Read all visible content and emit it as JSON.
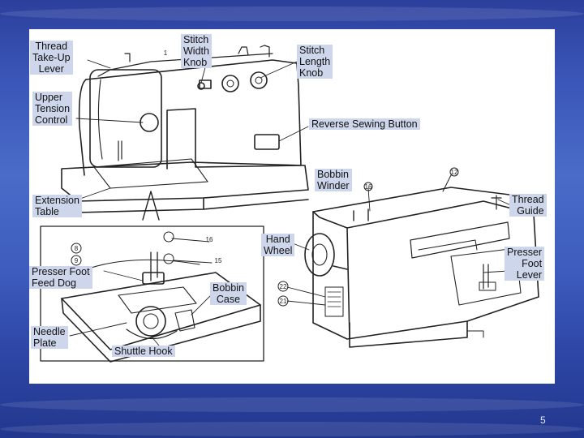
{
  "labels": {
    "thread_take_up_lever": "Thread\nTake-Up\nLever",
    "stitch_width_knob": "Stitch\nWidth\nKnob",
    "stitch_length_knob": "Stitch\nLength\nKnob",
    "upper_tension_control": "Upper\nTension\nControl",
    "reverse_sewing_button": "Reverse Sewing Button",
    "bobbin_winder": "Bobbin\nWinder",
    "thread_guide": "Thread\nGuide",
    "extension_table": "Extension\nTable",
    "hand_wheel": "Hand\nWheel",
    "presser_foot_lever": "Presser\nFoot\nLever",
    "presser_foot_feed_dog": "Presser Foot\nFeed Dog",
    "bobbin_case": "Bobbin\nCase",
    "needle_plate": "Needle\nPlate",
    "shuttle_hook": "Shuttle Hook"
  },
  "callouts": [
    "1",
    "8",
    "9",
    "15",
    "16",
    "21",
    "22",
    "16",
    "12"
  ],
  "page_number": "5"
}
